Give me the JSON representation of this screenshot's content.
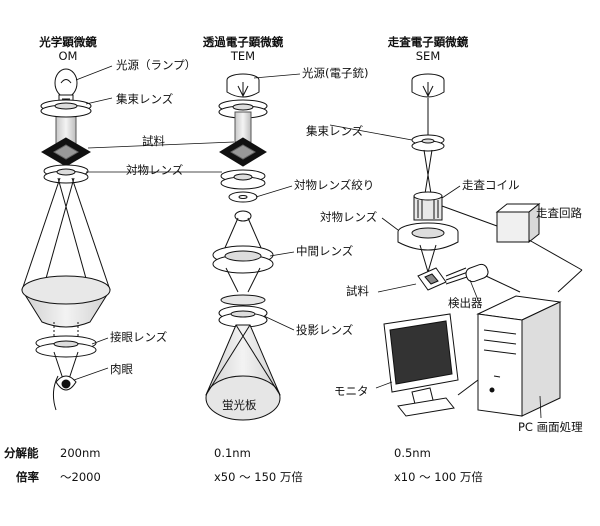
{
  "columns": {
    "om": {
      "title": "光学顕微鏡",
      "abbr": "OM"
    },
    "tem": {
      "title": "透過電子顕微鏡",
      "abbr": "TEM"
    },
    "sem": {
      "title": "走査電子顕微鏡",
      "abbr": "SEM"
    }
  },
  "labels": {
    "om_light_source": "光源（ランプ）",
    "om_condenser": "集束レンズ",
    "specimen_om_tem": "試料",
    "objective_om_tem": "対物レンズ",
    "om_eyepiece": "接眼レンズ",
    "om_eye": "肉眼",
    "tem_electron_gun": "光源(電子銃)",
    "tem_objective_aperture": "対物レンズ絞り",
    "tem_intermediate": "中間レンズ",
    "tem_projector": "投影レンズ",
    "tem_screen": "蛍光板",
    "sem_condenser": "集束レンズ",
    "sem_scan_coil": "走査コイル",
    "sem_objective": "対物レンズ",
    "sem_scan_circuit": "走査回路",
    "sem_specimen": "試料",
    "sem_detector": "検出器",
    "sem_monitor": "モニタ",
    "sem_pc": "PC 画面処理"
  },
  "table": {
    "resolution_label": "分解能",
    "magnification_label": "倍率",
    "om_resolution": "200nm",
    "tem_resolution": "0.1nm",
    "sem_resolution": "0.5nm",
    "om_magnification": "～2000",
    "tem_magnification": "x50 ～ 150 万倍",
    "sem_magnification": "x10 ～ 100 万倍"
  }
}
